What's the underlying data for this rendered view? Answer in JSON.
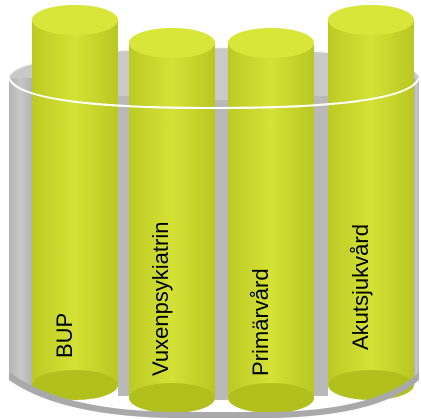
{
  "diagram": {
    "columns": [
      {
        "label": "BUP"
      },
      {
        "label": "Vuxenpsykiatrin"
      },
      {
        "label": "Primärvård"
      },
      {
        "label": "Akutsjukvård"
      }
    ],
    "colors": {
      "cylinder_body": "#c9d82a",
      "cylinder_top": "#d8e63a",
      "cylinder_bottom": "#a9b81c",
      "container_body": "#bfbfbf",
      "container_edge": "#a8a8a8",
      "container_rim": "#ffffff"
    }
  }
}
